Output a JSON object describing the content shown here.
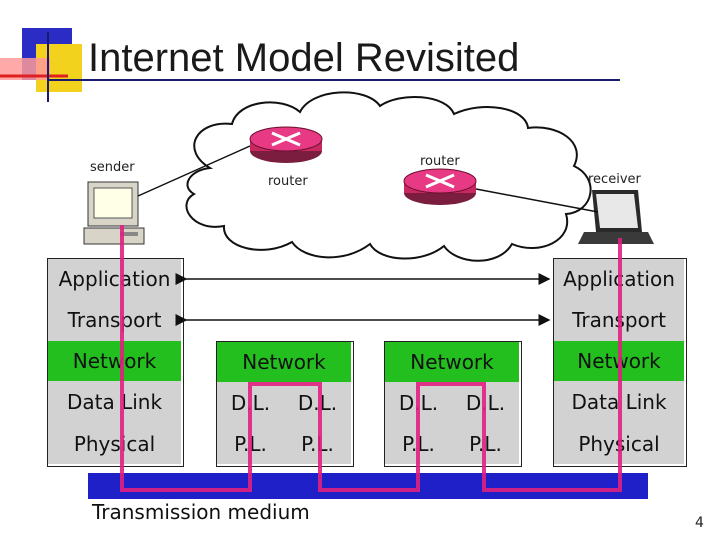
{
  "slide": {
    "title": "Internet Model Revisited",
    "page_number": "4"
  },
  "labels": {
    "sender": "sender",
    "receiver": "receiver",
    "router_left": "router",
    "router_right": "router",
    "medium": "Transmission medium"
  },
  "stack_left": [
    "Application",
    "Transport",
    "Network",
    "Data Link",
    "Physical"
  ],
  "stack_right": [
    "Application",
    "Transport",
    "Network",
    "Data Link",
    "Physical"
  ],
  "router_left_stack": {
    "network": "Network",
    "datalink": [
      "D.L.",
      "D.L."
    ],
    "physical": [
      "P.L.",
      "P.L."
    ]
  },
  "router_right_stack": {
    "network": "Network",
    "datalink": [
      "D.L.",
      "D.L."
    ],
    "physical": [
      "P.L.",
      "P.L."
    ]
  },
  "colors": {
    "layer_gray": "#d2d2d2",
    "network_green": "#22bf1e",
    "medium_blue": "#1f20c8",
    "path_magenta": "#e0207f",
    "router_pink": "#e83a84"
  }
}
